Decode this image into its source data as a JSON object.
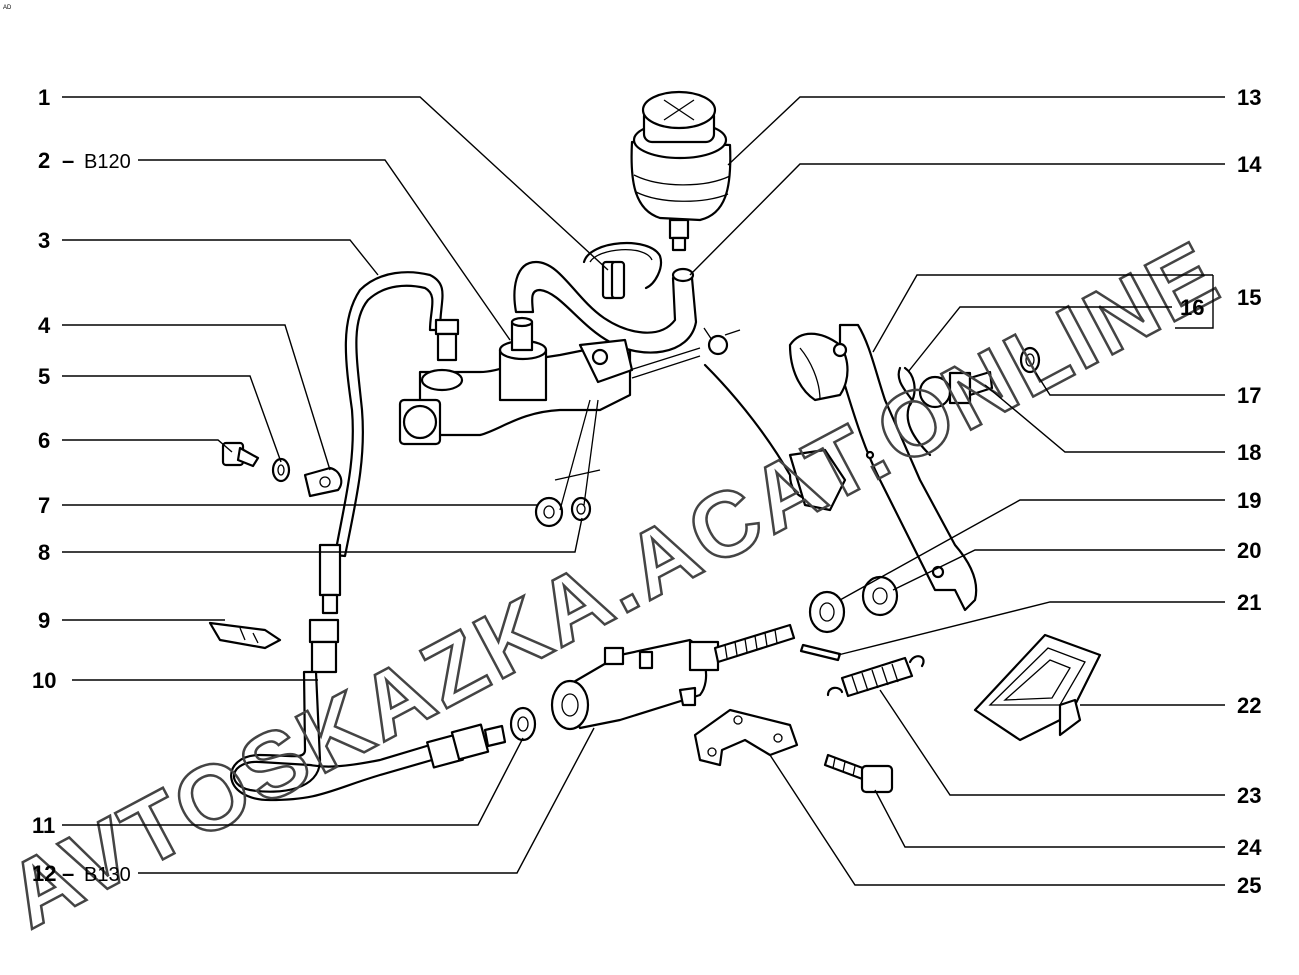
{
  "corner_mark": "AD",
  "watermark": "AVTOSKAZKA.ACAT.ONLINE",
  "callouts": [
    {
      "num": "1",
      "code": ""
    },
    {
      "num": "2",
      "code": "B120"
    },
    {
      "num": "3",
      "code": ""
    },
    {
      "num": "4",
      "code": ""
    },
    {
      "num": "5",
      "code": ""
    },
    {
      "num": "6",
      "code": ""
    },
    {
      "num": "7",
      "code": ""
    },
    {
      "num": "8",
      "code": ""
    },
    {
      "num": "9",
      "code": ""
    },
    {
      "num": "10",
      "code": ""
    },
    {
      "num": "11",
      "code": ""
    },
    {
      "num": "12",
      "code": "B130"
    },
    {
      "num": "13",
      "code": ""
    },
    {
      "num": "14",
      "code": ""
    },
    {
      "num": "15",
      "code": ""
    },
    {
      "num": "16",
      "code": ""
    },
    {
      "num": "17",
      "code": ""
    },
    {
      "num": "18",
      "code": ""
    },
    {
      "num": "19",
      "code": ""
    },
    {
      "num": "20",
      "code": ""
    },
    {
      "num": "21",
      "code": ""
    },
    {
      "num": "22",
      "code": ""
    },
    {
      "num": "23",
      "code": ""
    },
    {
      "num": "24",
      "code": ""
    },
    {
      "num": "25",
      "code": ""
    }
  ],
  "parts": [
    "hose-clamp",
    "master-cylinder",
    "supply-hose",
    "pipe-clip",
    "washer",
    "bolt",
    "nut",
    "spring-washer",
    "bracket",
    "flexible-hose",
    "copper-washer",
    "slave-cylinder",
    "fluid-reservoir",
    "reservoir-hose",
    "clutch-pedal",
    "pedal-spring-clip",
    "lock-washer",
    "pedal-stop",
    "bushing",
    "pedal-nut",
    "split-pin",
    "pedal-pad",
    "return-spring",
    "mounting-bolt",
    "slave-bracket"
  ]
}
